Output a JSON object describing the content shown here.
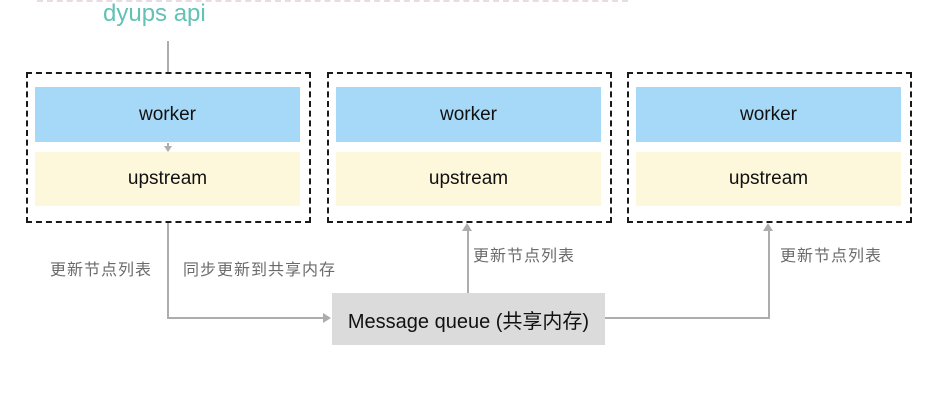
{
  "api": {
    "label": "dyups api"
  },
  "nodes": [
    {
      "worker": "worker",
      "upstream": "upstream"
    },
    {
      "worker": "worker",
      "upstream": "upstream"
    },
    {
      "worker": "worker",
      "upstream": "upstream"
    }
  ],
  "queue": {
    "label": "Message queue (共享内存)"
  },
  "edges": {
    "update_node_list_1": "更新节点列表",
    "sync_to_shared_memory": "同步更新到共享内存",
    "update_node_list_2": "更新节点列表",
    "update_node_list_3": "更新节点列表"
  },
  "colors": {
    "worker_fill": "#a6d9f7",
    "upstream_fill": "#fdf7db",
    "queue_fill": "#dbdbdb",
    "api_text": "#63c1b6",
    "connector": "#adadad",
    "edge_label_text": "#6b6b6b",
    "box_border": "#1a1a1a"
  }
}
